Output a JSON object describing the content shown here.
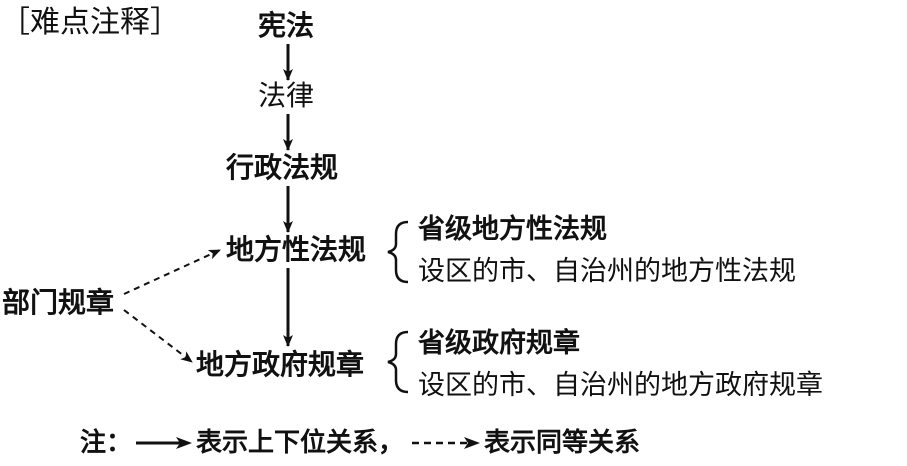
{
  "heading": "［难点注释］",
  "nodes": {
    "constitution": "宪法",
    "law": "法律",
    "admin_regulation": "行政法规",
    "local_regulation": "地方性法规",
    "local_gov_rule": "地方政府规章",
    "dept_rule": "部门规章"
  },
  "local_regulation_types": [
    "省级地方性法规",
    "设区的市、自治州的地方性法规"
  ],
  "local_gov_rule_types": [
    "省级政府规章",
    "设区的市、自治州的地方政府规章"
  ],
  "note": {
    "prefix": "注：",
    "solid_meaning": "表示上下位关系，",
    "dashed_meaning": "表示同等关系"
  }
}
